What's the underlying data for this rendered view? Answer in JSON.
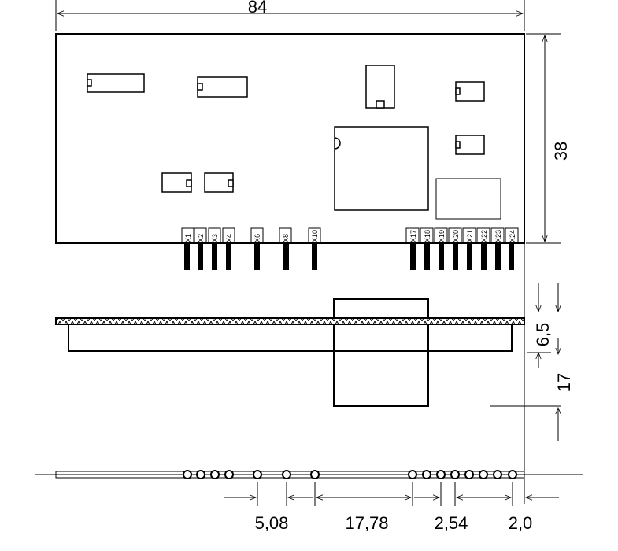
{
  "dimensions": {
    "board_width": "84",
    "board_height": "38",
    "component_above": "6,5",
    "component_below": "17",
    "pitch_group": "5,08",
    "gap_group": "17,78",
    "pin_pitch": "2,54",
    "edge_offset": "2,0"
  },
  "pins": {
    "x1": "X1",
    "x2": "X2",
    "x3": "X3",
    "x4": "X4",
    "x6": "X6",
    "x8": "X8",
    "x10": "X10",
    "x17": "X17",
    "x18": "X18",
    "x19": "X19",
    "x20": "X20",
    "x21": "X21",
    "x22": "X22",
    "x23": "X23",
    "x24": "X24"
  }
}
